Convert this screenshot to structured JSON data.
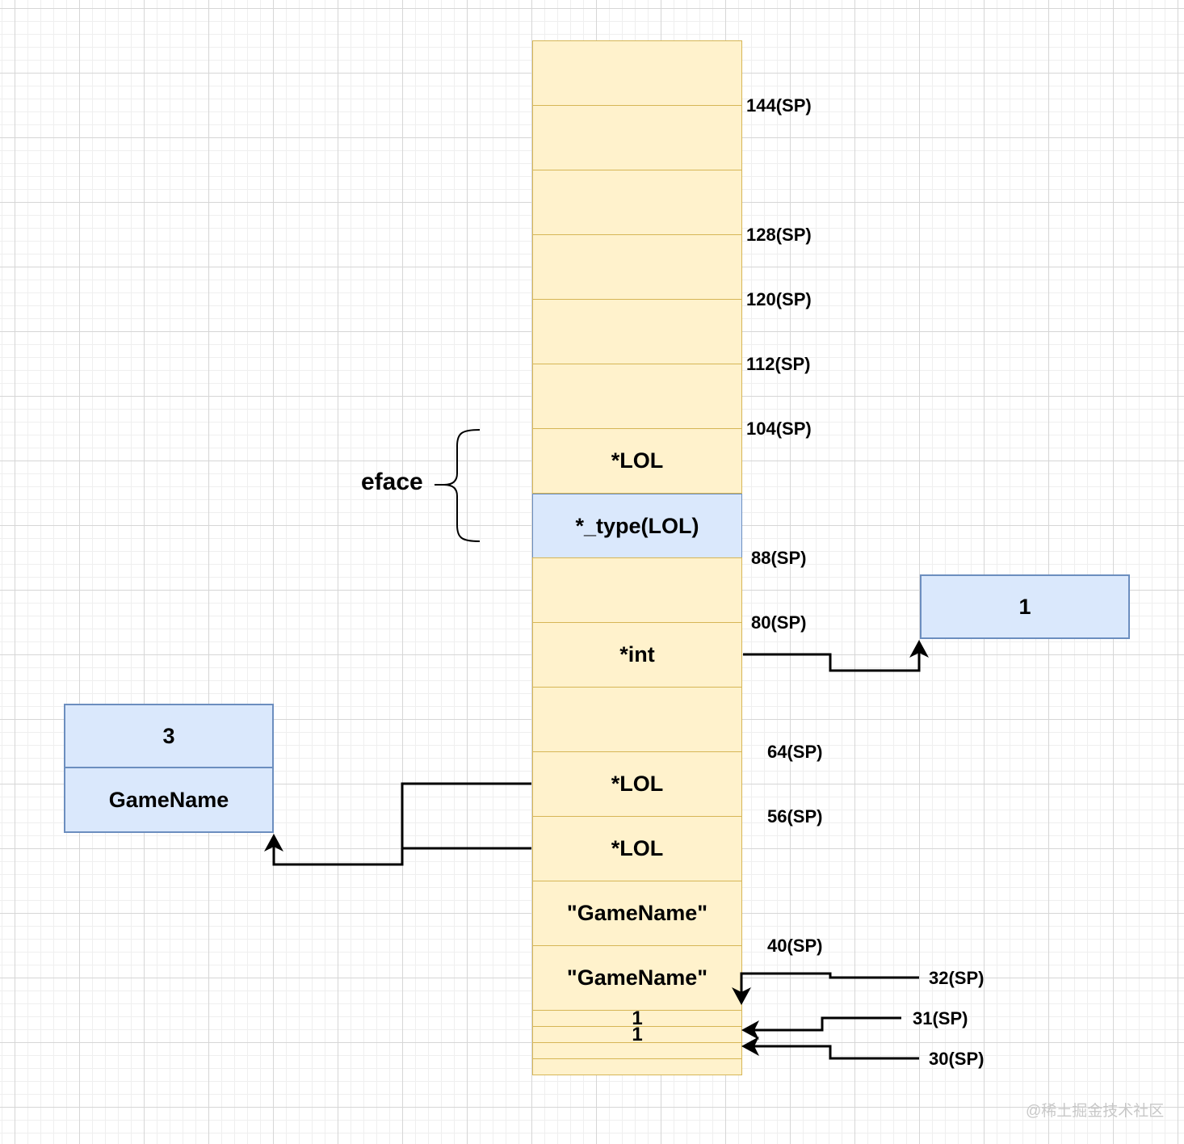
{
  "stack_cells": {
    "c7": "*LOL",
    "c8": "*_type(LOL)",
    "c10": "*int",
    "c12": "*LOL",
    "c13": "*LOL",
    "c14": "\"GameName\"",
    "c15": "\"GameName\"",
    "thin1": "1",
    "thin2": "1"
  },
  "offsets": {
    "o144": "144(SP)",
    "o128": "128(SP)",
    "o120": "120(SP)",
    "o112": "112(SP)",
    "o104": "104(SP)",
    "o88": "88(SP)",
    "o80": "80(SP)",
    "o64": "64(SP)",
    "o56": "56(SP)",
    "o40": "40(SP)",
    "o32": "32(SP)",
    "o31": "31(SP)",
    "o30": "30(SP)"
  },
  "eface_label": "eface",
  "int_box_value": "1",
  "struct_box": {
    "len": "3",
    "field": "GameName"
  },
  "watermark": "@稀土掘金技术社区"
}
